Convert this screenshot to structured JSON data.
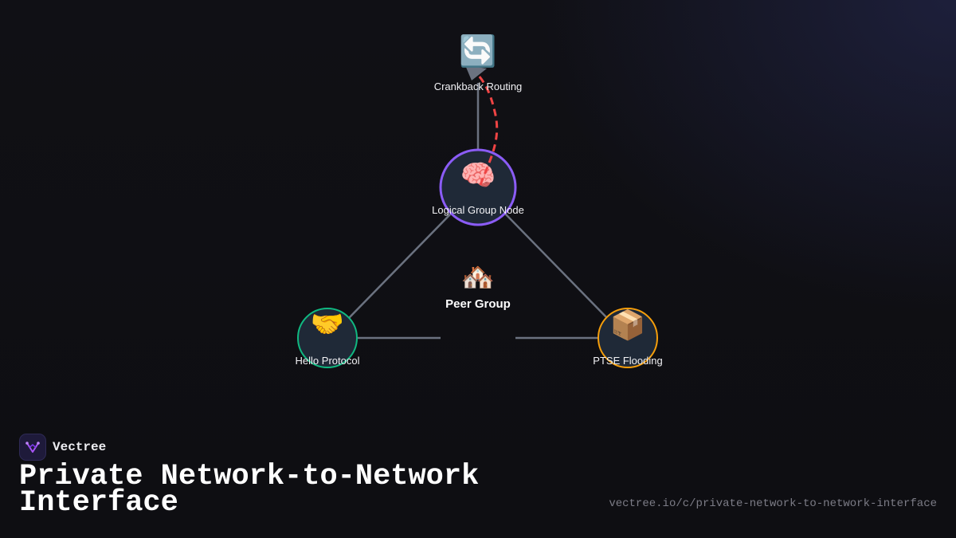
{
  "diagram": {
    "group": {
      "label": "Peer Group",
      "icon": "houses-icon",
      "emoji": "🏘️"
    },
    "nodes": {
      "crankback": {
        "label": "Crankback Routing",
        "icon": "repeat-arrows-icon",
        "emoji": "🔄",
        "color": ""
      },
      "lgn": {
        "label": "Logical Group Node",
        "icon": "brain-icon",
        "emoji": "🧠",
        "color": "#8b5cf6"
      },
      "hello": {
        "label": "Hello Protocol",
        "icon": "handshake-icon",
        "emoji": "🤝",
        "color": "#10b981"
      },
      "ptse": {
        "label": "PTSE Flooding",
        "icon": "package-icon",
        "emoji": "📦",
        "color": "#f59e0b"
      }
    },
    "colors": {
      "link": "#6b7280",
      "crankback_path": "#ef4444",
      "node_fill": "#1f2937"
    }
  },
  "brand": {
    "name": "Vectree",
    "icon": "vectree-logo-icon"
  },
  "title": "Private Network-to-Network Interface",
  "url": "vectree.io/c/private-network-to-network-interface"
}
